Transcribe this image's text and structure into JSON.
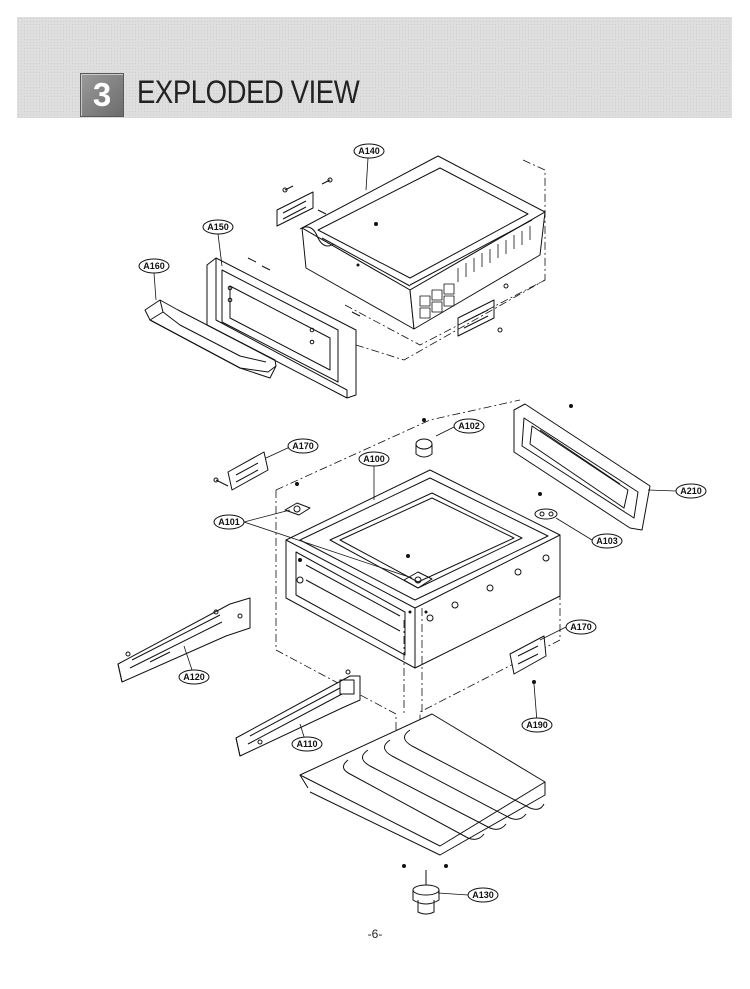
{
  "header": {
    "section_number": "3",
    "title": "EXPLODED VIEW"
  },
  "parts": {
    "a140": "A140",
    "a150": "A150",
    "a160": "A160",
    "a102": "A102",
    "a170_left": "A170",
    "a100": "A100",
    "a210": "A210",
    "a101": "A101",
    "a103": "A103",
    "a170_right": "A170",
    "a120": "A120",
    "a190": "A190",
    "a110": "A110",
    "a130": "A130"
  },
  "footer": {
    "page_number": "-6-"
  }
}
